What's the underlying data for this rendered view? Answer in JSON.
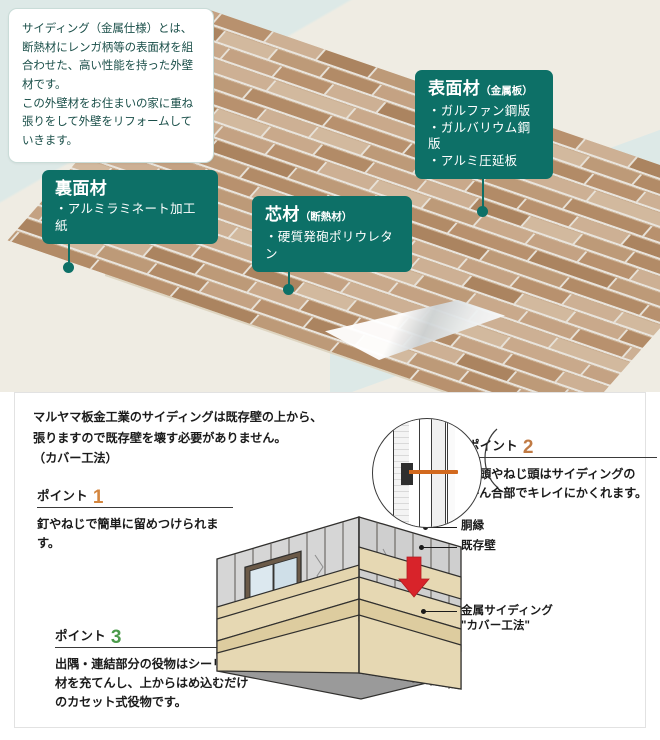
{
  "top": {
    "description": "サイディング（金属仕様）とは、断熱材にレンガ柄等の表面材を組合わせた、高い性能を持った外壁材です。\nこの外壁材をお住まいの家に重ね張りをして外壁をリフォームしていきます。",
    "callouts": {
      "surface": {
        "title": "表面材",
        "subtitle": "（金属板）",
        "items": [
          "・ガルファン鋼版",
          "・ガルバリウム鋼版",
          "・アルミ圧延板"
        ]
      },
      "core": {
        "title": "芯材",
        "subtitle": "（断熱材）",
        "items": [
          "・硬質発砲ポリウレタン"
        ]
      },
      "back": {
        "title": "裏面材",
        "subtitle": "",
        "items": [
          "・アルミラミネート加工紙"
        ]
      }
    }
  },
  "bottom": {
    "intro": "マルヤマ板金工業のサイディングは既存壁の上から、\n張りますので既存壁を壊す必要がありません。\n（カバー工法）",
    "points": [
      {
        "label": "ポイント",
        "number": "1",
        "color": "#d4863f",
        "body": "釘やねじで簡単に留めつけられます。"
      },
      {
        "label": "ポイント",
        "number": "2",
        "color": "#c07a44",
        "body": "釘頭やねじ頭はサイディングの\nかん合部でキレイにかくれます。"
      },
      {
        "label": "ポイント",
        "number": "3",
        "color": "#4b9b4b",
        "body": "出隅・連結部分の役物はシーリング\n材を充てんし、上からはめ込むだけ\nのカセット式役物です。"
      }
    ],
    "house_labels": {
      "batten": "胴縁",
      "existing_wall": "既存壁",
      "metal_siding": "金属サイディング\n\"カバー工法\""
    }
  },
  "colors": {
    "teal": "#0d7067",
    "background": "#dde9e7",
    "cream": "#efece3",
    "brick": "#cbb093",
    "siding": "#e4d5ae",
    "arrow_red": "#d8232a"
  }
}
